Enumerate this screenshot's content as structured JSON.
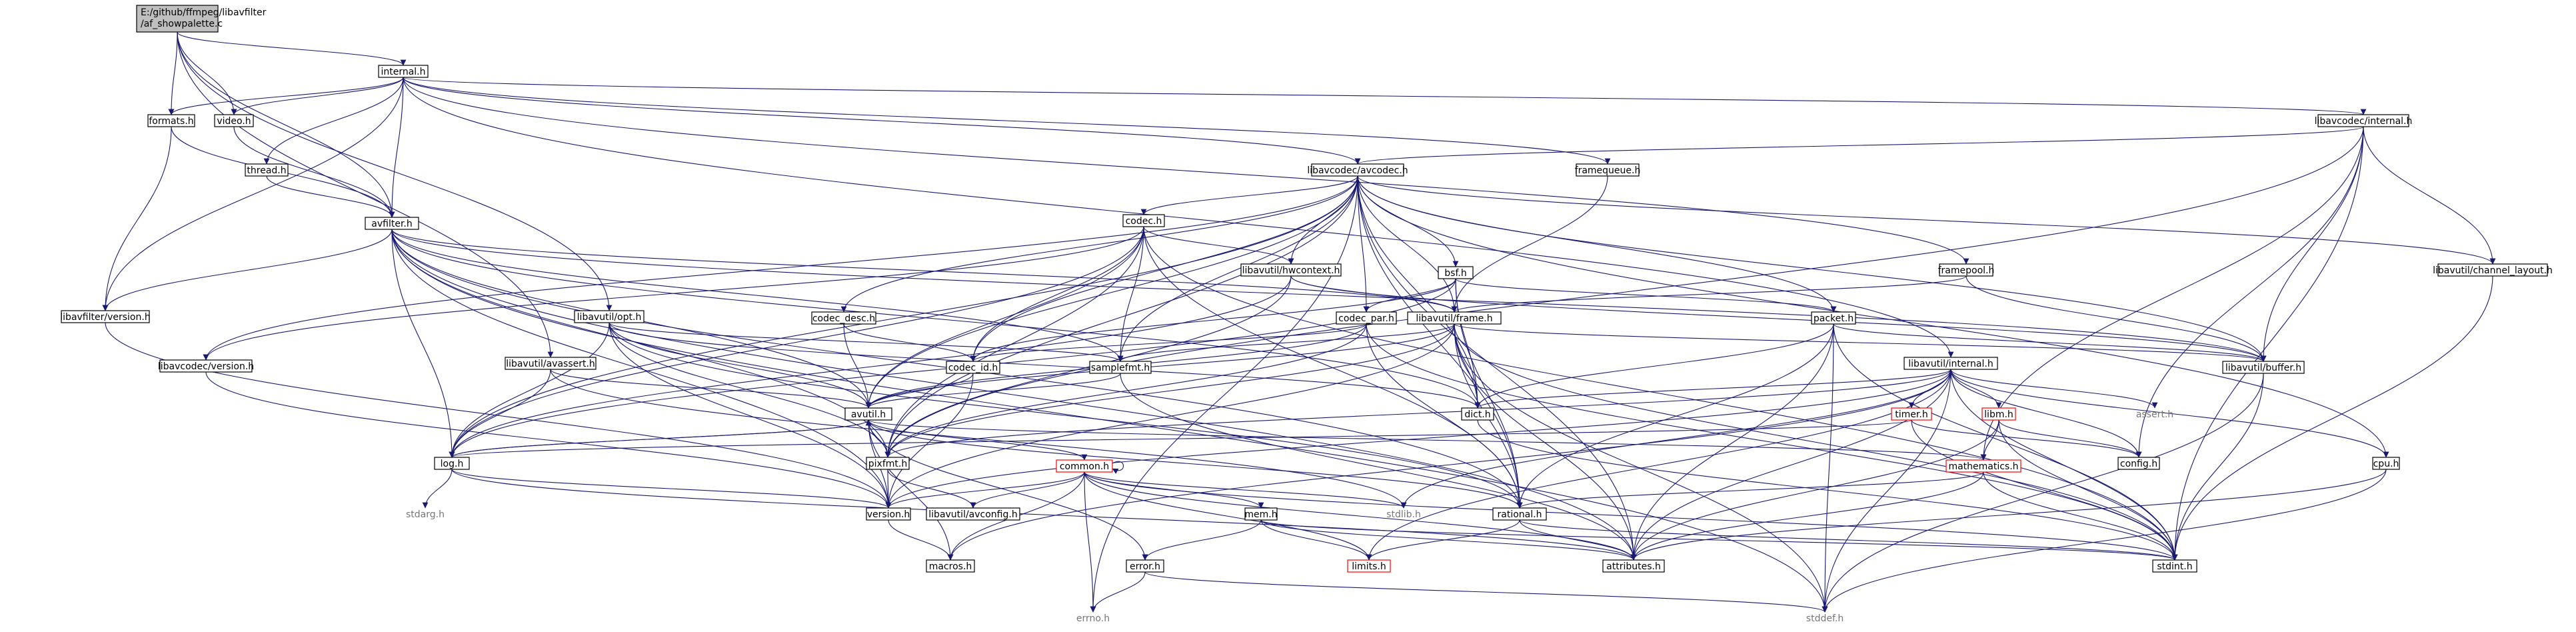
{
  "graph": {
    "root": "src",
    "nodes": [
      {
        "id": "src",
        "label": "E:/github/ffmpeg/libavfilter/af_showpalette.c",
        "style": "root"
      },
      {
        "id": "internal",
        "label": "internal.h",
        "style": "normal"
      },
      {
        "id": "formats",
        "label": "formats.h",
        "style": "normal"
      },
      {
        "id": "video",
        "label": "video.h",
        "style": "normal"
      },
      {
        "id": "thread",
        "label": "thread.h",
        "style": "normal"
      },
      {
        "id": "avfilter",
        "label": "avfilter.h",
        "style": "normal"
      },
      {
        "id": "lavfi_version",
        "label": "libavfilter/version.h",
        "style": "normal"
      },
      {
        "id": "lavc_internal",
        "label": "libavcodec/internal.h",
        "style": "normal"
      },
      {
        "id": "avcodec",
        "label": "libavcodec/avcodec.h",
        "style": "normal"
      },
      {
        "id": "framequeue",
        "label": "framequeue.h",
        "style": "normal"
      },
      {
        "id": "channel_layout",
        "label": "libavutil/channel_layout.h",
        "style": "normal"
      },
      {
        "id": "codec",
        "label": "codec.h",
        "style": "normal"
      },
      {
        "id": "bsf",
        "label": "bsf.h",
        "style": "normal"
      },
      {
        "id": "hwcontext",
        "label": "libavutil/hwcontext.h",
        "style": "normal"
      },
      {
        "id": "framepool",
        "label": "framepool.h",
        "style": "normal"
      },
      {
        "id": "codec_desc",
        "label": "codec_desc.h",
        "style": "normal"
      },
      {
        "id": "codec_par",
        "label": "codec_par.h",
        "style": "normal"
      },
      {
        "id": "frame",
        "label": "libavutil/frame.h",
        "style": "normal"
      },
      {
        "id": "packet",
        "label": "packet.h",
        "style": "normal"
      },
      {
        "id": "opt",
        "label": "libavutil/opt.h",
        "style": "normal"
      },
      {
        "id": "avassert",
        "label": "libavutil/avassert.h",
        "style": "normal"
      },
      {
        "id": "lavc_version",
        "label": "libavcodec/version.h",
        "style": "normal"
      },
      {
        "id": "codec_id",
        "label": "codec_id.h",
        "style": "normal"
      },
      {
        "id": "samplefmt",
        "label": "samplefmt.h",
        "style": "normal"
      },
      {
        "id": "lavu_internal",
        "label": "libavutil/internal.h",
        "style": "normal"
      },
      {
        "id": "buffer",
        "label": "libavutil/buffer.h",
        "style": "normal"
      },
      {
        "id": "avutil",
        "label": "avutil.h",
        "style": "normal"
      },
      {
        "id": "dict",
        "label": "dict.h",
        "style": "normal"
      },
      {
        "id": "timer",
        "label": "timer.h",
        "style": "red"
      },
      {
        "id": "libm",
        "label": "libm.h",
        "style": "red"
      },
      {
        "id": "assert",
        "label": "assert.h",
        "style": "gray"
      },
      {
        "id": "log",
        "label": "log.h",
        "style": "normal"
      },
      {
        "id": "pixfmt",
        "label": "pixfmt.h",
        "style": "normal"
      },
      {
        "id": "common",
        "label": "common.h",
        "style": "red"
      },
      {
        "id": "mathematics",
        "label": "mathematics.h",
        "style": "red"
      },
      {
        "id": "config",
        "label": "config.h",
        "style": "normal"
      },
      {
        "id": "cpu",
        "label": "cpu.h",
        "style": "normal"
      },
      {
        "id": "stdarg",
        "label": "stdarg.h",
        "style": "gray"
      },
      {
        "id": "version",
        "label": "version.h",
        "style": "normal"
      },
      {
        "id": "avconfig",
        "label": "libavutil/avconfig.h",
        "style": "normal"
      },
      {
        "id": "mem",
        "label": "mem.h",
        "style": "normal"
      },
      {
        "id": "stdlib",
        "label": "stdlib.h",
        "style": "gray"
      },
      {
        "id": "rational",
        "label": "rational.h",
        "style": "normal"
      },
      {
        "id": "macros",
        "label": "macros.h",
        "style": "normal"
      },
      {
        "id": "error",
        "label": "error.h",
        "style": "normal"
      },
      {
        "id": "limits",
        "label": "limits.h",
        "style": "red"
      },
      {
        "id": "attributes",
        "label": "attributes.h",
        "style": "normal"
      },
      {
        "id": "stdint",
        "label": "stdint.h",
        "style": "normal"
      },
      {
        "id": "errno",
        "label": "errno.h",
        "style": "gray"
      },
      {
        "id": "stddef",
        "label": "stddef.h",
        "style": "gray"
      }
    ],
    "edges": [
      [
        "src",
        "internal"
      ],
      [
        "src",
        "formats"
      ],
      [
        "src",
        "video"
      ],
      [
        "src",
        "avfilter"
      ],
      [
        "src",
        "avassert"
      ],
      [
        "src",
        "opt"
      ],
      [
        "internal",
        "formats"
      ],
      [
        "internal",
        "video"
      ],
      [
        "internal",
        "thread"
      ],
      [
        "internal",
        "avfilter"
      ],
      [
        "internal",
        "lavfi_version"
      ],
      [
        "internal",
        "lavc_internal"
      ],
      [
        "internal",
        "avcodec"
      ],
      [
        "internal",
        "framequeue"
      ],
      [
        "internal",
        "framepool"
      ],
      [
        "internal",
        "lavu_internal"
      ],
      [
        "formats",
        "avfilter"
      ],
      [
        "formats",
        "lavfi_version"
      ],
      [
        "video",
        "avfilter"
      ],
      [
        "thread",
        "avfilter"
      ],
      [
        "avfilter",
        "lavfi_version"
      ],
      [
        "avfilter",
        "frame"
      ],
      [
        "avfilter",
        "log"
      ],
      [
        "avfilter",
        "avutil"
      ],
      [
        "avfilter",
        "dict"
      ],
      [
        "avfilter",
        "samplefmt"
      ],
      [
        "avfilter",
        "pixfmt"
      ],
      [
        "avfilter",
        "rational"
      ],
      [
        "avfilter",
        "buffer"
      ],
      [
        "avfilter",
        "attributes"
      ],
      [
        "avfilter",
        "stddef"
      ],
      [
        "avfilter",
        "version"
      ],
      [
        "lavfi_version",
        "version"
      ],
      [
        "lavc_internal",
        "avcodec"
      ],
      [
        "lavc_internal",
        "channel_layout"
      ],
      [
        "lavc_internal",
        "buffer"
      ],
      [
        "lavc_internal",
        "mathematics"
      ],
      [
        "lavc_internal",
        "pixfmt"
      ],
      [
        "lavc_internal",
        "config"
      ],
      [
        "lavc_internal",
        "stdint"
      ],
      [
        "avcodec",
        "codec"
      ],
      [
        "avcodec",
        "codec_desc"
      ],
      [
        "avcodec",
        "codec_par"
      ],
      [
        "avcodec",
        "bsf"
      ],
      [
        "avcodec",
        "hwcontext"
      ],
      [
        "avcodec",
        "frame"
      ],
      [
        "avcodec",
        "packet"
      ],
      [
        "avcodec",
        "lavc_version"
      ],
      [
        "avcodec",
        "codec_id"
      ],
      [
        "avcodec",
        "samplefmt"
      ],
      [
        "avcodec",
        "buffer"
      ],
      [
        "avcodec",
        "channel_layout"
      ],
      [
        "avcodec",
        "dict"
      ],
      [
        "avcodec",
        "log"
      ],
      [
        "avcodec",
        "pixfmt"
      ],
      [
        "avcodec",
        "rational"
      ],
      [
        "avcodec",
        "attributes"
      ],
      [
        "avcodec",
        "avutil"
      ],
      [
        "avcodec",
        "cpu"
      ],
      [
        "avcodec",
        "errno"
      ],
      [
        "framequeue",
        "frame"
      ],
      [
        "channel_layout",
        "stdint"
      ],
      [
        "codec",
        "codec_id"
      ],
      [
        "codec",
        "avutil"
      ],
      [
        "codec",
        "hwcontext"
      ],
      [
        "codec",
        "log"
      ],
      [
        "codec",
        "pixfmt"
      ],
      [
        "codec",
        "rational"
      ],
      [
        "codec",
        "samplefmt"
      ],
      [
        "codec",
        "lavc_version"
      ],
      [
        "codec",
        "stdint"
      ],
      [
        "bsf",
        "codec_id"
      ],
      [
        "bsf",
        "codec_par"
      ],
      [
        "bsf",
        "packet"
      ],
      [
        "bsf",
        "dict"
      ],
      [
        "bsf",
        "log"
      ],
      [
        "bsf",
        "rational"
      ],
      [
        "hwcontext",
        "buffer"
      ],
      [
        "hwcontext",
        "frame"
      ],
      [
        "hwcontext",
        "log"
      ],
      [
        "hwcontext",
        "pixfmt"
      ],
      [
        "framepool",
        "frame"
      ],
      [
        "framepool",
        "buffer"
      ],
      [
        "codec_desc",
        "codec_id"
      ],
      [
        "codec_desc",
        "avutil"
      ],
      [
        "codec_par",
        "codec_id"
      ],
      [
        "codec_par",
        "avutil"
      ],
      [
        "codec_par",
        "pixfmt"
      ],
      [
        "codec_par",
        "rational"
      ],
      [
        "codec_par",
        "stdint"
      ],
      [
        "frame",
        "avutil"
      ],
      [
        "frame",
        "buffer"
      ],
      [
        "frame",
        "dict"
      ],
      [
        "frame",
        "rational"
      ],
      [
        "frame",
        "samplefmt"
      ],
      [
        "frame",
        "pixfmt"
      ],
      [
        "frame",
        "version"
      ],
      [
        "frame",
        "stdint"
      ],
      [
        "frame",
        "stddef"
      ],
      [
        "frame",
        "attributes"
      ],
      [
        "packet",
        "attributes"
      ],
      [
        "packet",
        "buffer"
      ],
      [
        "packet",
        "dict"
      ],
      [
        "packet",
        "rational"
      ],
      [
        "packet",
        "stdint"
      ],
      [
        "packet",
        "stddef"
      ],
      [
        "opt",
        "rational"
      ],
      [
        "opt",
        "avutil"
      ],
      [
        "opt",
        "dict"
      ],
      [
        "opt",
        "log"
      ],
      [
        "opt",
        "pixfmt"
      ],
      [
        "opt",
        "samplefmt"
      ],
      [
        "opt",
        "version"
      ],
      [
        "avassert",
        "avutil"
      ],
      [
        "avassert",
        "log"
      ],
      [
        "avassert",
        "stdlib"
      ],
      [
        "lavc_version",
        "version"
      ],
      [
        "codec_id",
        "avutil"
      ],
      [
        "codec_id",
        "version"
      ],
      [
        "samplefmt",
        "avutil"
      ],
      [
        "samplefmt",
        "attributes"
      ],
      [
        "lavu_internal",
        "timer"
      ],
      [
        "lavu_internal",
        "libm"
      ],
      [
        "lavu_internal",
        "assert"
      ],
      [
        "lavu_internal",
        "config"
      ],
      [
        "lavu_internal",
        "attributes"
      ],
      [
        "lavu_internal",
        "dict"
      ],
      [
        "lavu_internal",
        "macros"
      ],
      [
        "lavu_internal",
        "pixfmt"
      ],
      [
        "lavu_internal",
        "version"
      ],
      [
        "lavu_internal",
        "cpu"
      ],
      [
        "lavu_internal",
        "stddef"
      ],
      [
        "lavu_internal",
        "stdint"
      ],
      [
        "lavu_internal",
        "limits"
      ],
      [
        "lavu_internal",
        "stdlib"
      ],
      [
        "buffer",
        "stdint"
      ],
      [
        "buffer",
        "stddef"
      ],
      [
        "avutil",
        "common"
      ],
      [
        "avutil",
        "rational"
      ],
      [
        "avutil",
        "version"
      ],
      [
        "avutil",
        "macros"
      ],
      [
        "avutil",
        "mathematics"
      ],
      [
        "avutil",
        "log"
      ],
      [
        "avutil",
        "pixfmt"
      ],
      [
        "avutil",
        "error"
      ],
      [
        "dict",
        "stdint"
      ],
      [
        "timer",
        "config"
      ],
      [
        "timer",
        "stdint"
      ],
      [
        "timer",
        "log"
      ],
      [
        "libm",
        "config"
      ],
      [
        "libm",
        "attributes"
      ],
      [
        "libm",
        "mathematics"
      ],
      [
        "libm",
        "stdint"
      ],
      [
        "log",
        "stdarg"
      ],
      [
        "log",
        "avutil"
      ],
      [
        "log",
        "attributes"
      ],
      [
        "log",
        "version"
      ],
      [
        "pixfmt",
        "version"
      ],
      [
        "pixfmt",
        "avconfig"
      ],
      [
        "common",
        "errno"
      ],
      [
        "common",
        "limits"
      ],
      [
        "common",
        "stdint"
      ],
      [
        "common",
        "stdlib"
      ],
      [
        "common",
        "attributes"
      ],
      [
        "common",
        "macros"
      ],
      [
        "common",
        "version"
      ],
      [
        "common",
        "avconfig"
      ],
      [
        "common",
        "mem"
      ],
      [
        "common",
        "common"
      ],
      [
        "mathematics",
        "stdint"
      ],
      [
        "mathematics",
        "attributes"
      ],
      [
        "mathematics",
        "rational"
      ],
      [
        "cpu",
        "attributes"
      ],
      [
        "cpu",
        "stddef"
      ],
      [
        "version",
        "macros"
      ],
      [
        "mem",
        "limits"
      ],
      [
        "mem",
        "stdint"
      ],
      [
        "mem",
        "attributes"
      ],
      [
        "mem",
        "error"
      ],
      [
        "rational",
        "stdint"
      ],
      [
        "rational",
        "limits"
      ],
      [
        "rational",
        "attributes"
      ],
      [
        "error",
        "errno"
      ],
      [
        "error",
        "stddef"
      ]
    ]
  }
}
